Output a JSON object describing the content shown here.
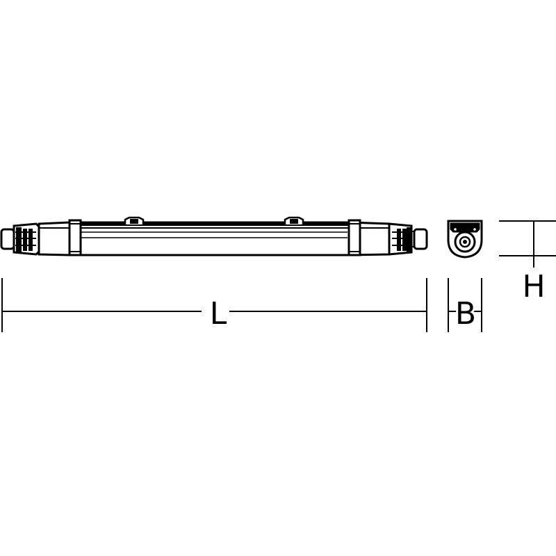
{
  "drawing": {
    "dimensions": {
      "length_label": "L",
      "width_label": "B",
      "height_label": "H"
    },
    "line_color": "#000000",
    "background": "#ffffff"
  }
}
